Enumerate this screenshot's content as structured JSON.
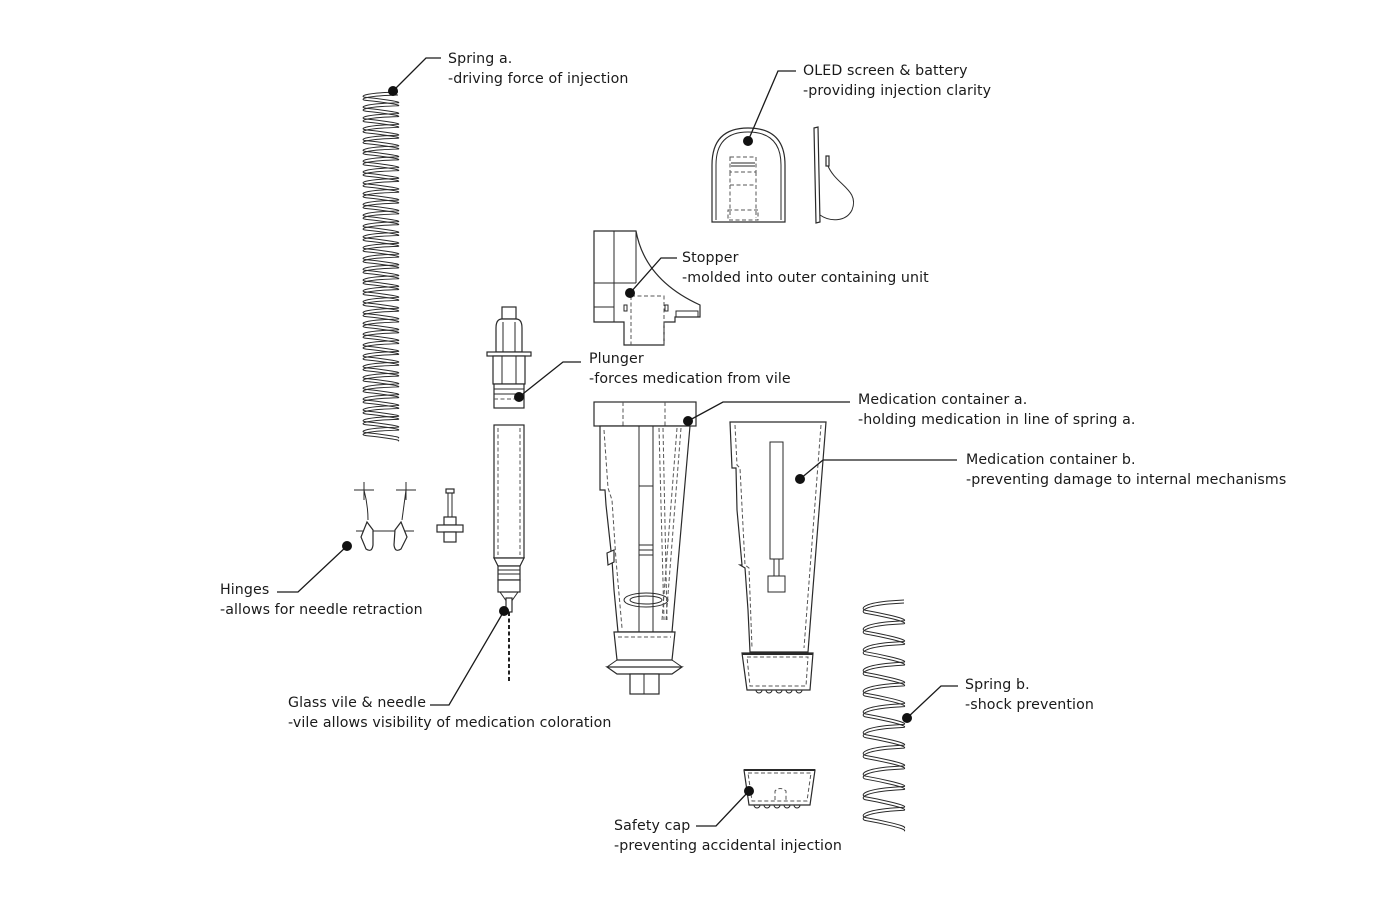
{
  "diagram": {
    "title": "",
    "background": "#ffffff",
    "line_color": "#1a1a1a",
    "callouts": [
      {
        "id": "spring-a",
        "name": "Spring a.",
        "description": "-driving force of injection"
      },
      {
        "id": "oled",
        "name": "OLED screen & battery",
        "description": "-providing injection clarity"
      },
      {
        "id": "stopper",
        "name": "Stopper",
        "description": "-molded into outer containing unit"
      },
      {
        "id": "plunger",
        "name": "Plunger",
        "description": "-forces medication from vile"
      },
      {
        "id": "med-a",
        "name": "Medication container a.",
        "description": "-holding medication in line of spring a."
      },
      {
        "id": "med-b",
        "name": "Medication container b.",
        "description": "-preventing damage to internal mechanisms"
      },
      {
        "id": "hinges",
        "name": "Hinges",
        "description": "-allows for needle retraction"
      },
      {
        "id": "glass-vile",
        "name": "Glass vile & needle",
        "description": "-vile allows visibility of medication coloration"
      },
      {
        "id": "spring-b",
        "name": "Spring b.",
        "description": "-shock prevention"
      },
      {
        "id": "safety-cap",
        "name": "Safety cap",
        "description": "-preventing accidental injection"
      }
    ]
  }
}
